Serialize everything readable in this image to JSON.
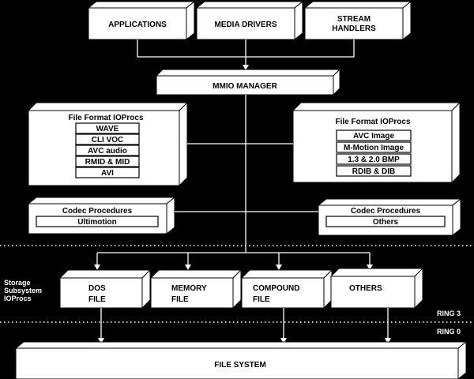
{
  "top_boxes": [
    "APPLICATIONS",
    "MEDIA DRIVERS",
    "STREAM",
    "HANDLERS"
  ],
  "mmio_manager": "MMIO MANAGER",
  "left_ioprocs": {
    "title": "File Format IOProcs",
    "items": [
      "WAVE",
      "CLI VOC",
      "AVC audio",
      "RMID & MID",
      "AVI"
    ]
  },
  "right_ioprocs": {
    "title": "File Format IOProcs",
    "items": [
      "AVC Image",
      "M-Motion Image",
      "1.3 & 2.0 BMP",
      "RDIB & DIB"
    ]
  },
  "left_codec": {
    "title": "Codec Procedures",
    "item": "Ultimotion"
  },
  "right_codec": {
    "title": "Codec Procedures",
    "item": "Others"
  },
  "storage_label": [
    "Storage",
    "Subsystem",
    "IOProcs"
  ],
  "storage_boxes": {
    "dos": [
      "DOS",
      "FILE"
    ],
    "memory": [
      "MEMORY",
      "FILE"
    ],
    "compound": [
      "COMPOUND",
      "FILE"
    ],
    "others": [
      "OTHERS"
    ]
  },
  "ring3": "RING 3",
  "ring0": "RING 0",
  "file_system": "FILE SYSTEM"
}
